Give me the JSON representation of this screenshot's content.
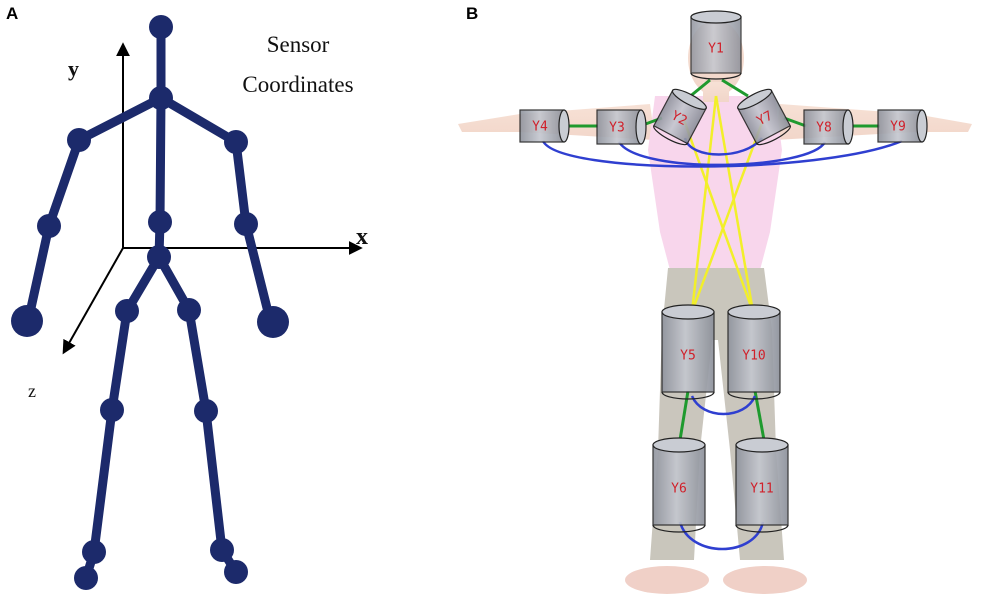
{
  "panels": {
    "a": {
      "label": "A"
    },
    "b": {
      "label": "B"
    }
  },
  "panel_a": {
    "title_line1": "Sensor",
    "title_line2": "Coordinates",
    "axes": {
      "y": "y",
      "x": "x",
      "z": "z"
    }
  },
  "panel_b": {
    "sensors": [
      {
        "id": "Y1",
        "label": "Y1"
      },
      {
        "id": "Y2",
        "label": "Y2"
      },
      {
        "id": "Y3",
        "label": "Y3"
      },
      {
        "id": "Y4",
        "label": "Y4"
      },
      {
        "id": "Y5",
        "label": "Y5"
      },
      {
        "id": "Y6",
        "label": "Y6"
      },
      {
        "id": "Y7",
        "label": "Y7"
      },
      {
        "id": "Y8",
        "label": "Y8"
      },
      {
        "id": "Y9",
        "label": "Y9"
      },
      {
        "id": "Y10",
        "label": "Y10"
      },
      {
        "id": "Y11",
        "label": "Y11"
      }
    ]
  },
  "colors": {
    "skeleton": "#1c2a6b",
    "green_link": "#1f9a2e",
    "blue_link": "#2f3fd0",
    "yellow_link": "#f2ef2a",
    "sensor_fill": "#a9adb8",
    "sensor_label": "#d0202a"
  }
}
